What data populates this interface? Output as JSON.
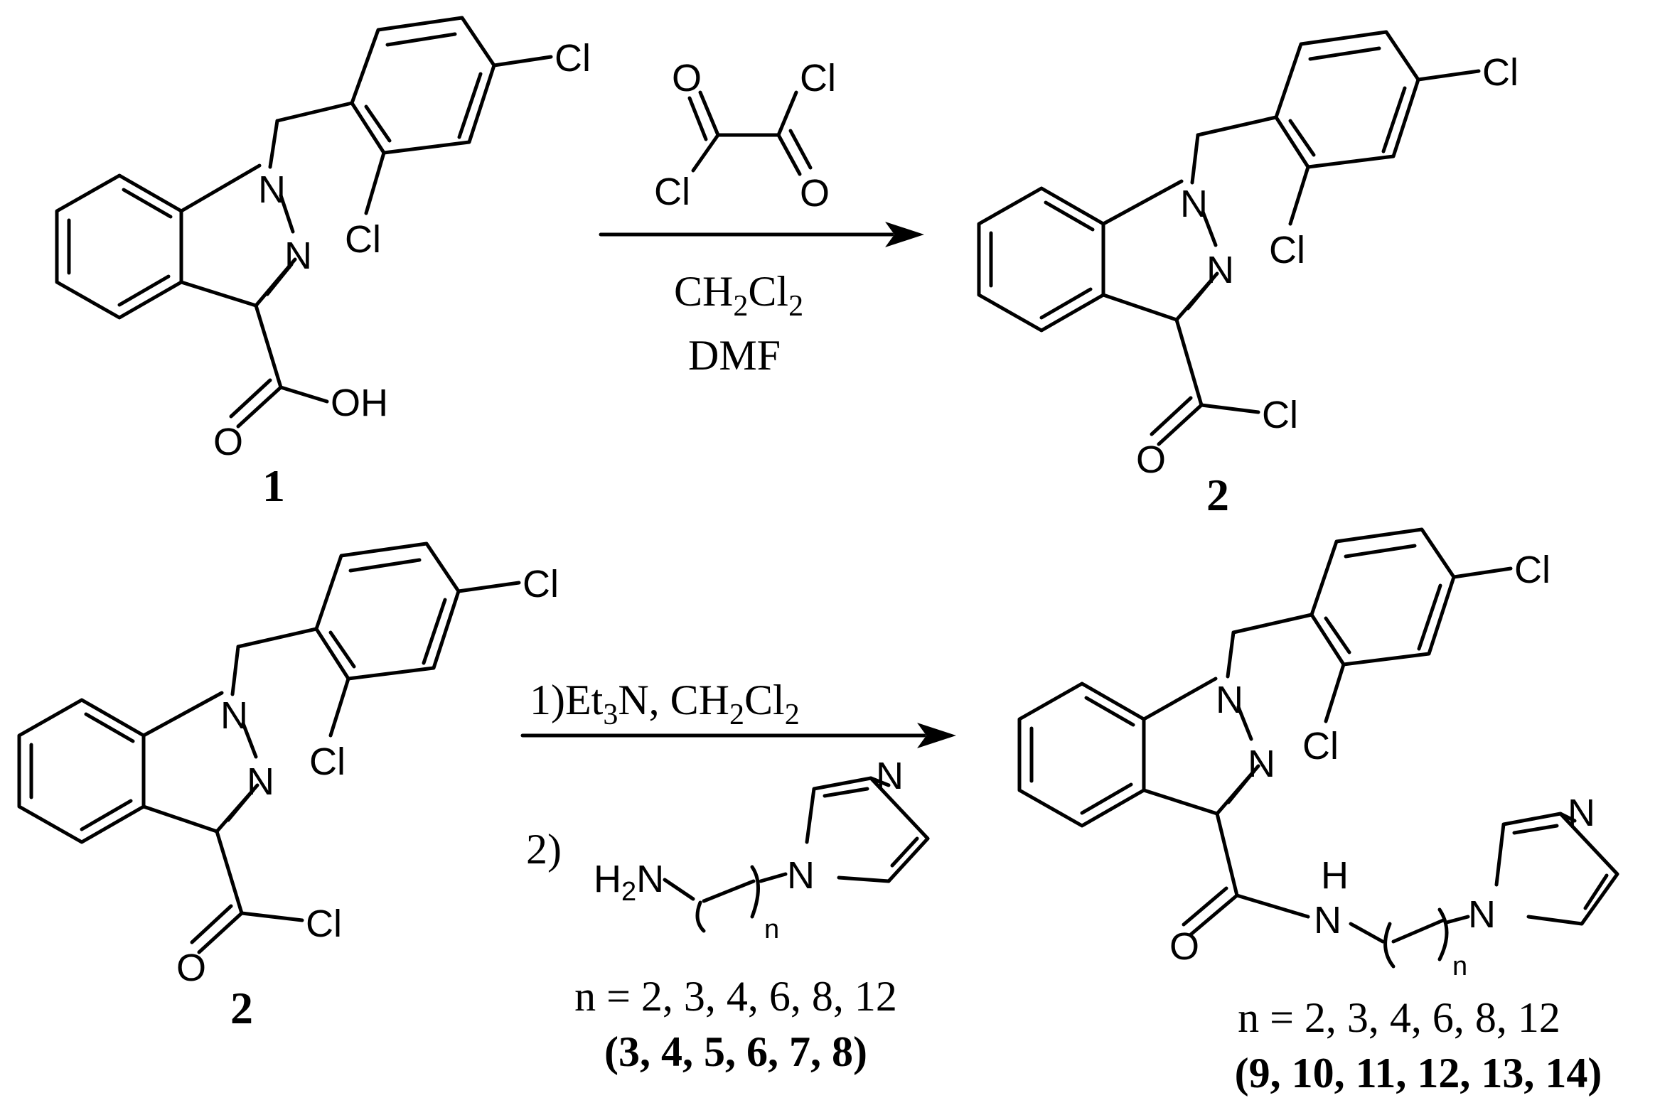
{
  "labels": {
    "compound1": "1",
    "compound2_top": "2",
    "compound2_bottom": "2",
    "reagent1_solvent_a": "CH",
    "reagent1_solvent_sub1": "2",
    "reagent1_solvent_b": "Cl",
    "reagent1_solvent_sub2": "2",
    "reagent1_cosolvent": "DMF",
    "step1_prefix": "1)Et",
    "step1_sub3": "3",
    "step1_mid": "N, CH",
    "step1_sub2a": "2",
    "step1_cl": "Cl",
    "step1_sub2b": "2",
    "step2_prefix": "2)",
    "n_values_reagent": "n = 2, 3, 4, 6, 8, 12",
    "compounds_reagent": "(3, 4, 5, 6, 7, 8)",
    "n_values_product": "n = 2, 3, 4, 6, 8, 12",
    "compounds_product": "(9, 10, 11, 12, 13, 14)"
  },
  "atoms": {
    "cl": "Cl",
    "n": "N",
    "o": "O",
    "oh": "OH",
    "h": "H",
    "h2n_h": "H",
    "h2n_2": "2",
    "h2n_n": "N",
    "n_sub": "n"
  }
}
